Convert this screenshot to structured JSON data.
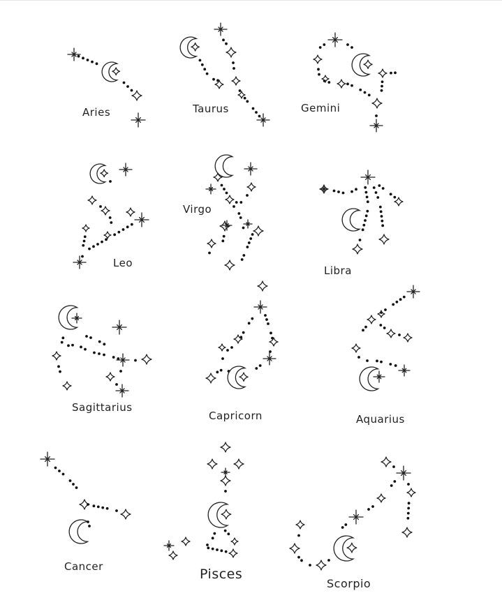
{
  "signs": [
    {
      "label": "Aries"
    },
    {
      "label": "Taurus"
    },
    {
      "label": "Gemini"
    },
    {
      "label": "Leo"
    },
    {
      "label": "Virgo"
    },
    {
      "label": "Libra"
    },
    {
      "label": "Sagittarius"
    },
    {
      "label": "Capricorn"
    },
    {
      "label": "Aquarius"
    },
    {
      "label": "Cancer"
    },
    {
      "label": "Pisces"
    },
    {
      "label": "Scorpio"
    }
  ],
  "colors": {
    "ink": "#222222",
    "background": "#ffffff"
  }
}
